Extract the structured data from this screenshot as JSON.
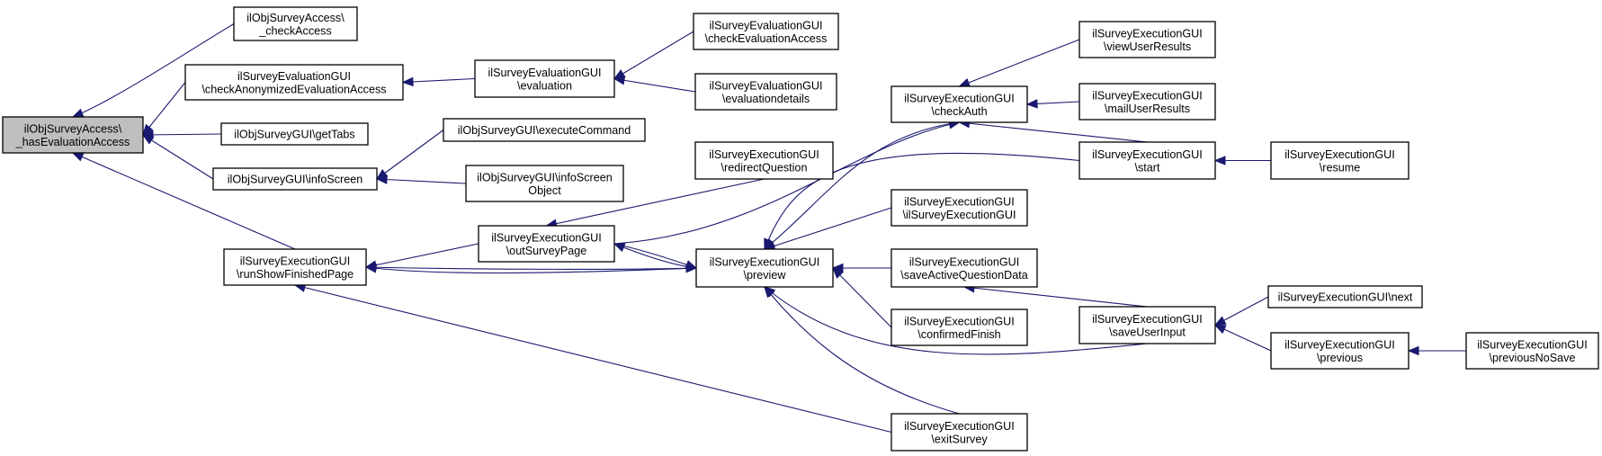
{
  "nodes": [
    {
      "id": "root",
      "lines": [
        "ilObjSurveyAccess\\",
        "_hasEvaluationAccess"
      ],
      "root": true
    },
    {
      "id": "checkAccess",
      "lines": [
        "ilObjSurveyAccess\\",
        "_checkAccess"
      ]
    },
    {
      "id": "checkAnonEval",
      "lines": [
        "ilSurveyEvaluationGUI",
        "\\checkAnonymizedEvaluationAccess"
      ]
    },
    {
      "id": "getTabs",
      "lines": [
        "ilObjSurveyGUI\\getTabs"
      ]
    },
    {
      "id": "infoScreen",
      "lines": [
        "ilObjSurveyGUI\\infoScreen"
      ]
    },
    {
      "id": "runShowFinished",
      "lines": [
        "ilSurveyExecutionGUI",
        "\\runShowFinishedPage"
      ]
    },
    {
      "id": "evaluation",
      "lines": [
        "ilSurveyEvaluationGUI",
        "\\evaluation"
      ]
    },
    {
      "id": "executeCommand",
      "lines": [
        "ilObjSurveyGUI\\executeCommand"
      ]
    },
    {
      "id": "infoScreenObject",
      "lines": [
        "ilObjSurveyGUI\\infoScreen",
        "Object"
      ]
    },
    {
      "id": "outSurveyPage",
      "lines": [
        "ilSurveyExecutionGUI",
        "\\outSurveyPage"
      ]
    },
    {
      "id": "checkEvalAccess",
      "lines": [
        "ilSurveyEvaluationGUI",
        "\\checkEvaluationAccess"
      ]
    },
    {
      "id": "evalDetails",
      "lines": [
        "ilSurveyEvaluationGUI",
        "\\evaluationdetails"
      ]
    },
    {
      "id": "redirectQuestion",
      "lines": [
        "ilSurveyExecutionGUI",
        "\\redirectQuestion"
      ]
    },
    {
      "id": "preview",
      "lines": [
        "ilSurveyExecutionGUI",
        "\\preview"
      ]
    },
    {
      "id": "checkAuth",
      "lines": [
        "ilSurveyExecutionGUI",
        "\\checkAuth"
      ]
    },
    {
      "id": "ctor",
      "lines": [
        "ilSurveyExecutionGUI",
        "\\ilSurveyExecutionGUI"
      ]
    },
    {
      "id": "saveActive",
      "lines": [
        "ilSurveyExecutionGUI",
        "\\saveActiveQuestionData"
      ]
    },
    {
      "id": "confirmedFinish",
      "lines": [
        "ilSurveyExecutionGUI",
        "\\confirmedFinish"
      ]
    },
    {
      "id": "exitSurvey",
      "lines": [
        "ilSurveyExecutionGUI",
        "\\exitSurvey"
      ]
    },
    {
      "id": "viewUserResults",
      "lines": [
        "ilSurveyExecutionGUI",
        "\\viewUserResults"
      ]
    },
    {
      "id": "mailUserResults",
      "lines": [
        "ilSurveyExecutionGUI",
        "\\mailUserResults"
      ]
    },
    {
      "id": "start",
      "lines": [
        "ilSurveyExecutionGUI",
        "\\start"
      ]
    },
    {
      "id": "saveUserInput",
      "lines": [
        "ilSurveyExecutionGUI",
        "\\saveUserInput"
      ]
    },
    {
      "id": "resume",
      "lines": [
        "ilSurveyExecutionGUI",
        "\\resume"
      ]
    },
    {
      "id": "next",
      "lines": [
        "ilSurveyExecutionGUI\\next"
      ]
    },
    {
      "id": "previous",
      "lines": [
        "ilSurveyExecutionGUI",
        "\\previous"
      ]
    },
    {
      "id": "previousNoSave",
      "lines": [
        "ilSurveyExecutionGUI",
        "\\previousNoSave"
      ]
    }
  ],
  "edges": [
    {
      "from": "checkAccess",
      "to": "root"
    },
    {
      "from": "checkAnonEval",
      "to": "root"
    },
    {
      "from": "getTabs",
      "to": "root"
    },
    {
      "from": "infoScreen",
      "to": "root"
    },
    {
      "from": "runShowFinished",
      "to": "root"
    },
    {
      "from": "evaluation",
      "to": "checkAnonEval"
    },
    {
      "from": "checkEvalAccess",
      "to": "evaluation"
    },
    {
      "from": "evalDetails",
      "to": "evaluation"
    },
    {
      "from": "executeCommand",
      "to": "infoScreen"
    },
    {
      "from": "infoScreenObject",
      "to": "infoScreen"
    },
    {
      "from": "outSurveyPage",
      "to": "runShowFinished"
    },
    {
      "from": "preview",
      "to": "runShowFinished"
    },
    {
      "from": "exitSurvey",
      "to": "runShowFinished"
    },
    {
      "from": "redirectQuestion",
      "to": "outSurveyPage"
    },
    {
      "from": "preview",
      "to": "outSurveyPage"
    },
    {
      "from": "outSurveyPage",
      "to": "preview"
    },
    {
      "from": "runShowFinished",
      "to": "preview"
    },
    {
      "from": "checkAuth",
      "to": "preview"
    },
    {
      "from": "start",
      "to": "preview"
    },
    {
      "from": "ctor",
      "to": "preview"
    },
    {
      "from": "saveActive",
      "to": "preview"
    },
    {
      "from": "confirmedFinish",
      "to": "preview"
    },
    {
      "from": "exitSurvey",
      "to": "preview"
    },
    {
      "from": "saveUserInput",
      "to": "preview"
    },
    {
      "from": "outSurveyPage",
      "to": "checkAuth"
    },
    {
      "from": "viewUserResults",
      "to": "checkAuth"
    },
    {
      "from": "mailUserResults",
      "to": "checkAuth"
    },
    {
      "from": "start",
      "to": "checkAuth"
    },
    {
      "from": "resume",
      "to": "start"
    },
    {
      "from": "saveUserInput",
      "to": "saveActive"
    },
    {
      "from": "next",
      "to": "saveUserInput"
    },
    {
      "from": "previous",
      "to": "saveUserInput"
    },
    {
      "from": "previousNoSave",
      "to": "previous"
    }
  ],
  "colors": {
    "edge": "#191970",
    "root_fill": "#bfbfbf",
    "node_fill": "#ffffff",
    "node_stroke": "#000000"
  }
}
